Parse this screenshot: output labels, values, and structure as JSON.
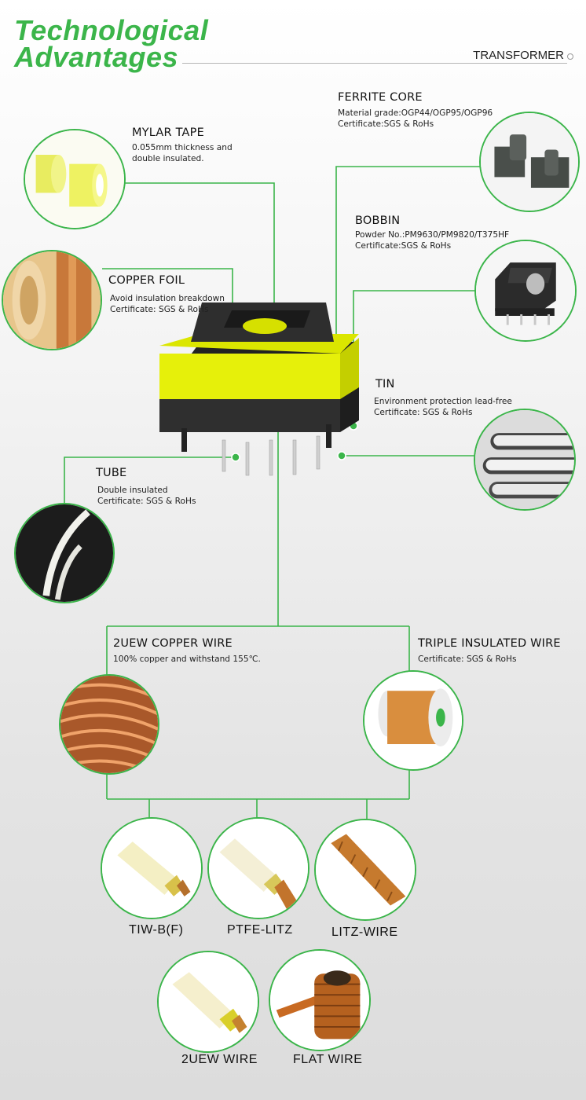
{
  "header": {
    "title_line1": "Technological",
    "title_line2": "Advantages",
    "subtitle": "TRANSFORMER"
  },
  "colors": {
    "accent": "#3bb54a",
    "bobbin": "#2b2b2b",
    "core_yellow": "#e6f00a",
    "copper": "#c8783a"
  },
  "components": {
    "mylar_tape": {
      "label": "MYLAR TAPE",
      "desc1": "0.055mm thickness and",
      "desc2": "double insulated."
    },
    "ferrite_core": {
      "label": "FERRITE CORE",
      "desc1": "Material grade:OGP44/OGP95/OGP96",
      "desc2": "Certificate:SGS & RoHs"
    },
    "bobbin": {
      "label": "BOBBIN",
      "desc1": "Powder No.:PM9630/PM9820/T375HF",
      "desc2": "Certificate:SGS & RoHs"
    },
    "copper_foil": {
      "label": "COPPER FOIL",
      "desc1": "Avoid insulation breakdown",
      "desc2": "Certificate:  SGS & RoHs"
    },
    "tin": {
      "label": "TIN",
      "desc1": "Environment protection lead-free",
      "desc2": "Certificate:  SGS & RoHs"
    },
    "tube": {
      "label": "TUBE",
      "desc1": "Double insulated",
      "desc2": "Certificate:  SGS & RoHs"
    },
    "copper_wire": {
      "label": "2UEW COPPER WIRE",
      "desc1": "100% copper and withstand 155℃."
    },
    "triple_wire": {
      "label": "TRIPLE INSULATED WIRE",
      "desc1": "Certificate:  SGS & RoHs"
    }
  },
  "wire_types": {
    "tiw": "TIW-B(F)",
    "ptfe": "PTFE-LITZ",
    "litz": "LITZ-WIRE",
    "uew": "2UEW WIRE",
    "flat": "FLAT WIRE"
  }
}
